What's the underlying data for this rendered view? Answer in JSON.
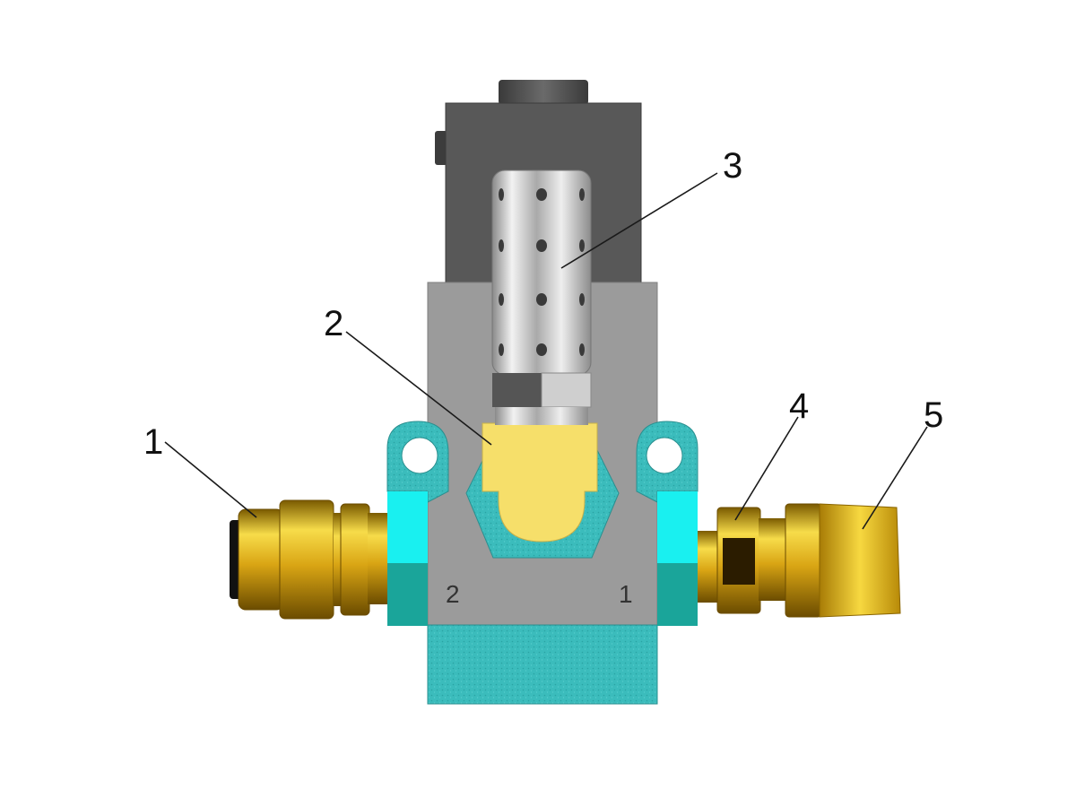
{
  "diagram": {
    "callouts": [
      {
        "id": "1",
        "label": "1",
        "part": "left-fitting"
      },
      {
        "id": "2",
        "label": "2",
        "part": "valve-element"
      },
      {
        "id": "3",
        "label": "3",
        "part": "perforated-cartridge"
      },
      {
        "id": "4",
        "label": "4",
        "part": "right-nut"
      },
      {
        "id": "5",
        "label": "5",
        "part": "right-fitting"
      }
    ],
    "port_labels": {
      "left": "2",
      "right": "1"
    }
  },
  "colors": {
    "body_gray": "#9a9a9a",
    "solenoid_dark": "#575757",
    "section_cyan": "#3bbcbc",
    "teal": "#1aa59a",
    "bright_cyan": "#19f0f0",
    "valve_yellow": "#f6df6a",
    "brass": "#d8a514",
    "brass_light": "#f3d23a",
    "steel": "#c9c9c9",
    "black": "#111111"
  }
}
